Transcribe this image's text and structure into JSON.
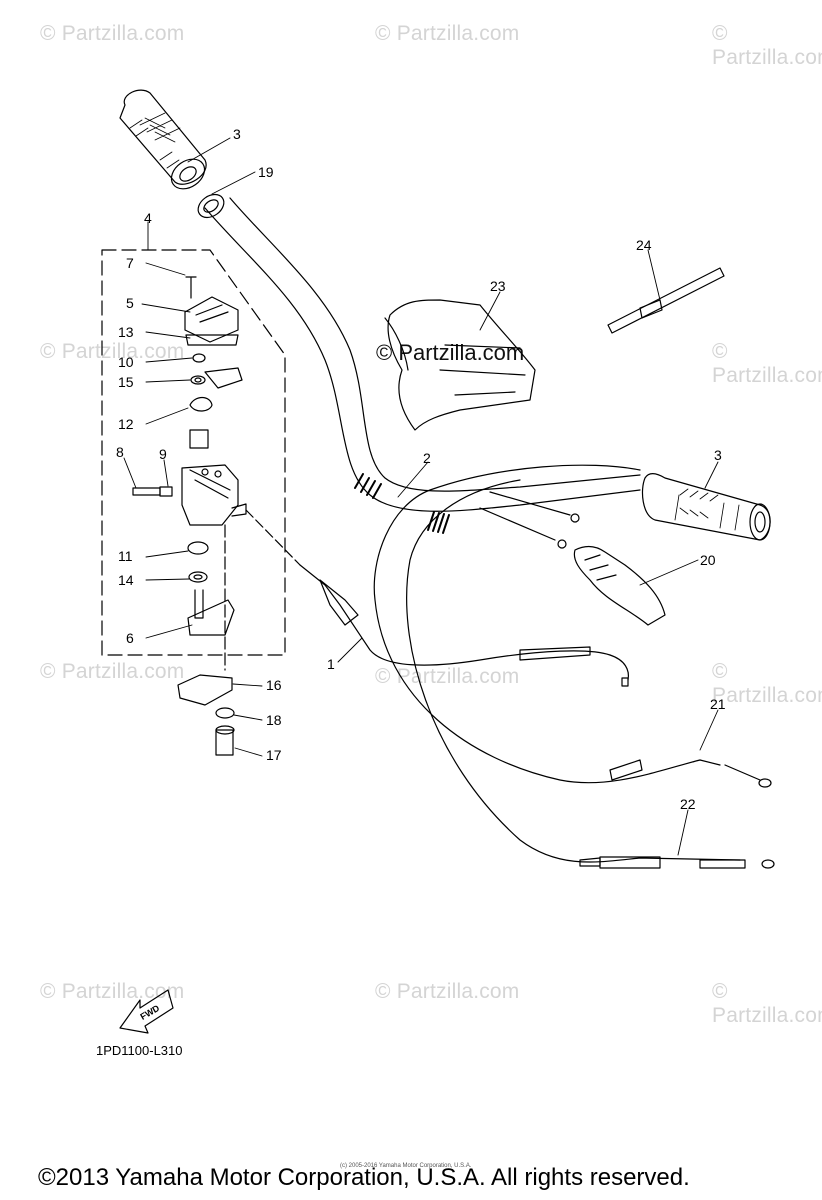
{
  "watermark": "© Partzilla.com",
  "watermark_center": "© Partzilla.com",
  "callouts": {
    "c1": "1",
    "c2": "2",
    "c3a": "3",
    "c3b": "3",
    "c4": "4",
    "c5": "5",
    "c6": "6",
    "c7": "7",
    "c8": "8",
    "c9": "9",
    "c10": "10",
    "c11": "11",
    "c12": "12",
    "c13": "13",
    "c14": "14",
    "c15": "15",
    "c16": "16",
    "c17": "17",
    "c18": "18",
    "c19": "19",
    "c20": "20",
    "c21": "21",
    "c22": "22",
    "c23": "23",
    "c24": "24"
  },
  "fwd_label": "FWD",
  "diagram_code": "1PD1100-L310",
  "small_print": "(c) 2005-2016 Yamaha Motor Corporation, U.S.A.",
  "copyright": "©2013 Yamaha Motor Corporation, U.S.A. All rights reserved."
}
